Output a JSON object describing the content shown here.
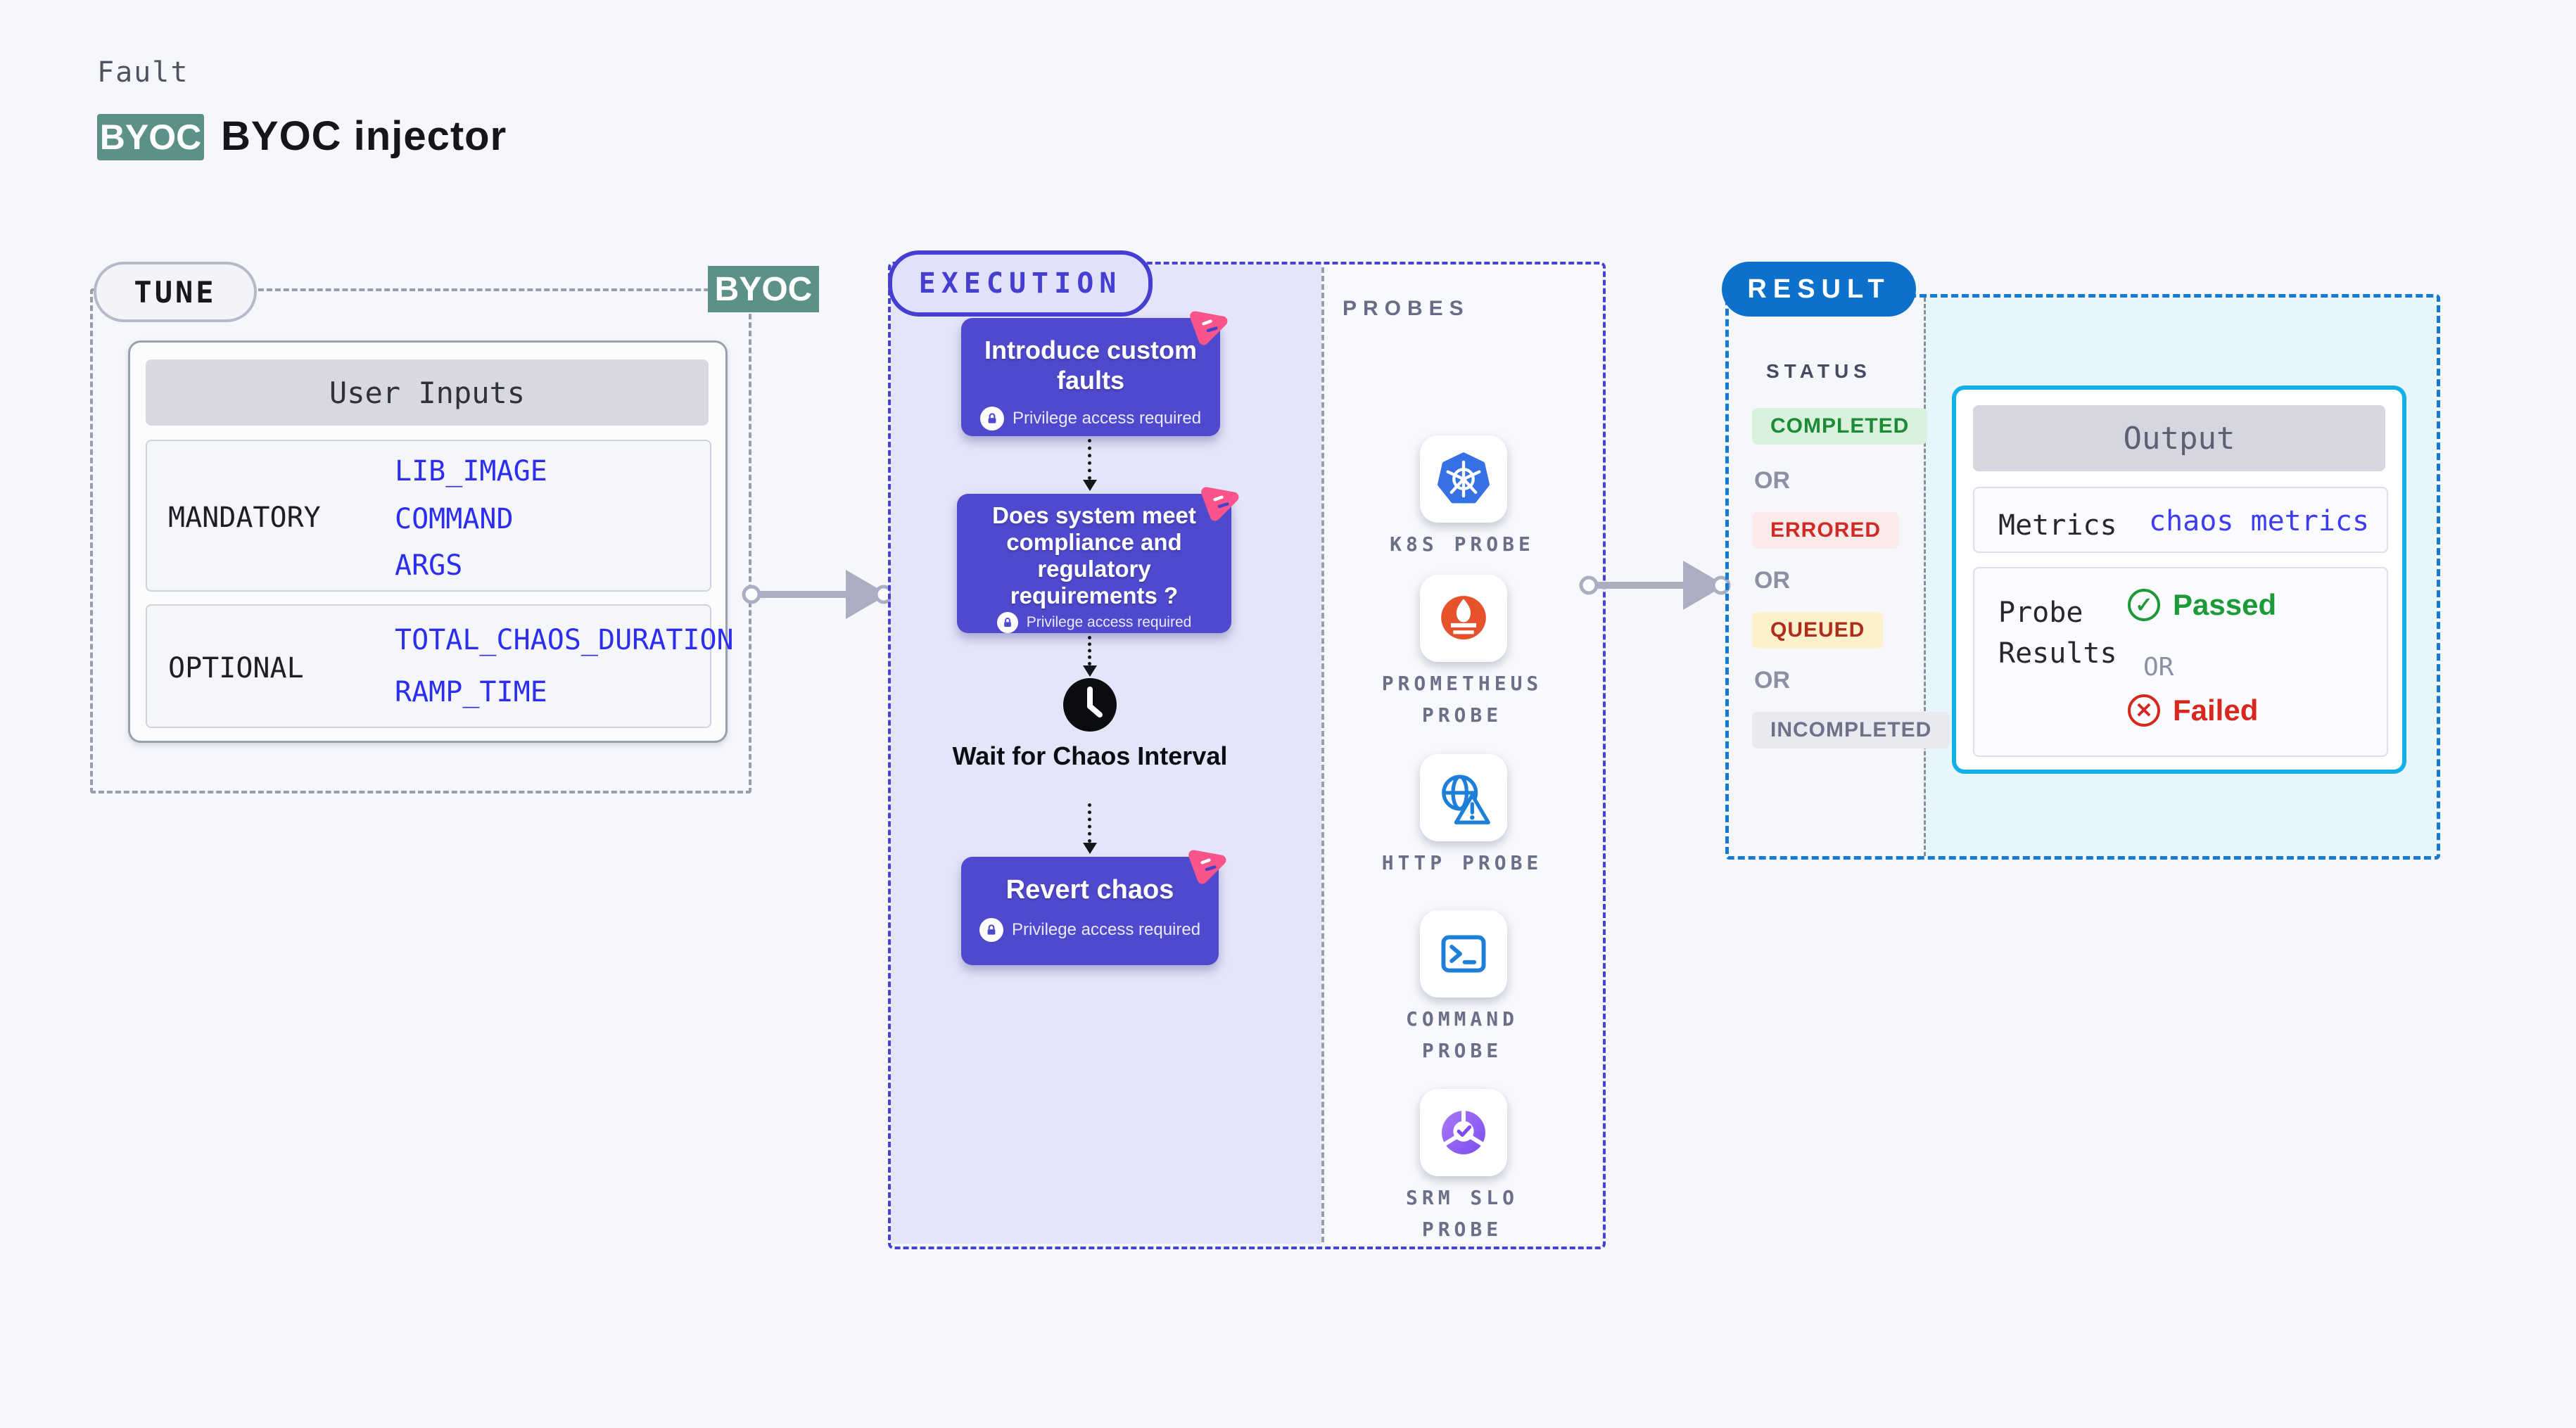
{
  "page": {
    "background": "#f6f7fb"
  },
  "header": {
    "category_label": "Fault",
    "badge": "BYOC",
    "title": "BYOC injector",
    "badge_color": "#5b9187"
  },
  "tune": {
    "pill_label": "TUNE",
    "corner_badge": "BYOC",
    "user_inputs": {
      "header": "User Inputs",
      "rows": [
        {
          "label": "MANDATORY",
          "values": [
            "LIB_IMAGE",
            "COMMAND",
            "ARGS"
          ]
        },
        {
          "label": "OPTIONAL",
          "values": [
            "TOTAL_CHAOS_DURATION",
            "RAMP_TIME"
          ]
        }
      ]
    }
  },
  "execution": {
    "pill_label": "EXECUTION",
    "steps": [
      {
        "title": "Introduce custom faults",
        "badge": "Privilege access required"
      },
      {
        "title": "Does system meet compliance and regulatory requirements ?",
        "badge": "Privilege access required"
      },
      {
        "title": "Revert chaos",
        "badge": "Privilege access required"
      }
    ],
    "wait_label": "Wait for Chaos Interval",
    "accent_color": "#4f49ce",
    "flag_color": "#f9558b"
  },
  "probes": {
    "heading": "PROBES",
    "items": [
      {
        "label": "K8S PROBE",
        "icon": "kubernetes-icon",
        "icon_color": "#3571e3"
      },
      {
        "label": "PROMETHEUS PROBE",
        "icon": "prometheus-icon",
        "icon_color": "#e6522c"
      },
      {
        "label": "HTTP PROBE",
        "icon": "globe-warning-icon",
        "icon_color": "#1d7fd8"
      },
      {
        "label": "COMMAND PROBE",
        "icon": "terminal-icon",
        "icon_color": "#1d7fd8"
      },
      {
        "label": "SRM SLO PROBE",
        "icon": "slo-donut-check-icon",
        "icon_color": "#7d4df0"
      }
    ]
  },
  "result": {
    "pill_label": "RESULT",
    "pill_color": "#0d71cb",
    "status_heading": "STATUS",
    "or_label": "OR",
    "statuses": [
      {
        "label": "COMPLETED",
        "text_color": "#1d8b36",
        "bg_color": "#daf1dd"
      },
      {
        "label": "ERRORED",
        "text_color": "#cf2b26",
        "bg_color": "#fbeaea"
      },
      {
        "label": "QUEUED",
        "text_color": "#b02c1c",
        "bg_color": "#fdf1cb"
      },
      {
        "label": "INCOMPLETED",
        "text_color": "#6e7189",
        "bg_color": "#e9eaf0"
      }
    ],
    "output": {
      "header": "Output",
      "metrics_label": "Metrics",
      "metrics_value": "chaos metrics",
      "probe_results_label": "Probe Results",
      "passed_label": "Passed",
      "or_label": "OR",
      "failed_label": "Failed",
      "passed_color": "#1d9a38",
      "failed_color": "#d6281e",
      "border_color": "#13b0e8"
    }
  }
}
